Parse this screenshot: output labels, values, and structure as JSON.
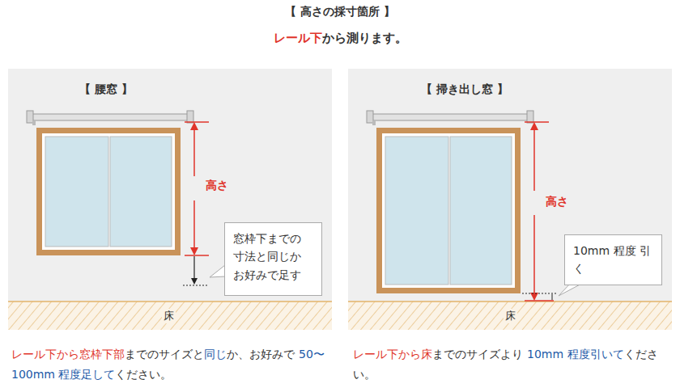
{
  "diagram": {
    "title": "【 高さの採寸箇所 】",
    "nodes": [
      {
        "text": [
          "【 腰窓 】"
        ]
      },
      {
        "text": [
          "窓枠下までの 寸法と同じか お好みで足す"
        ],
        "in": 0
      },
      {
        "text": [
          "【 掃き出し窓 】"
        ]
      },
      {
        "text": [
          "10mm 程度 引く"
        ],
        "in": 2
      }
    ],
    "labels": [
      "レール下",
      "から測ります。",
      "高さ",
      "床",
      "レール下から窓枠下部",
      "までのサイズと",
      "同じ",
      "か、お好みで",
      "50〜100mm 程度足して",
      "ください。",
      "高さ",
      "床",
      "レール下から床",
      "までのサイズより",
      "10mm 程度引いて",
      "ください。"
    ]
  }
}
